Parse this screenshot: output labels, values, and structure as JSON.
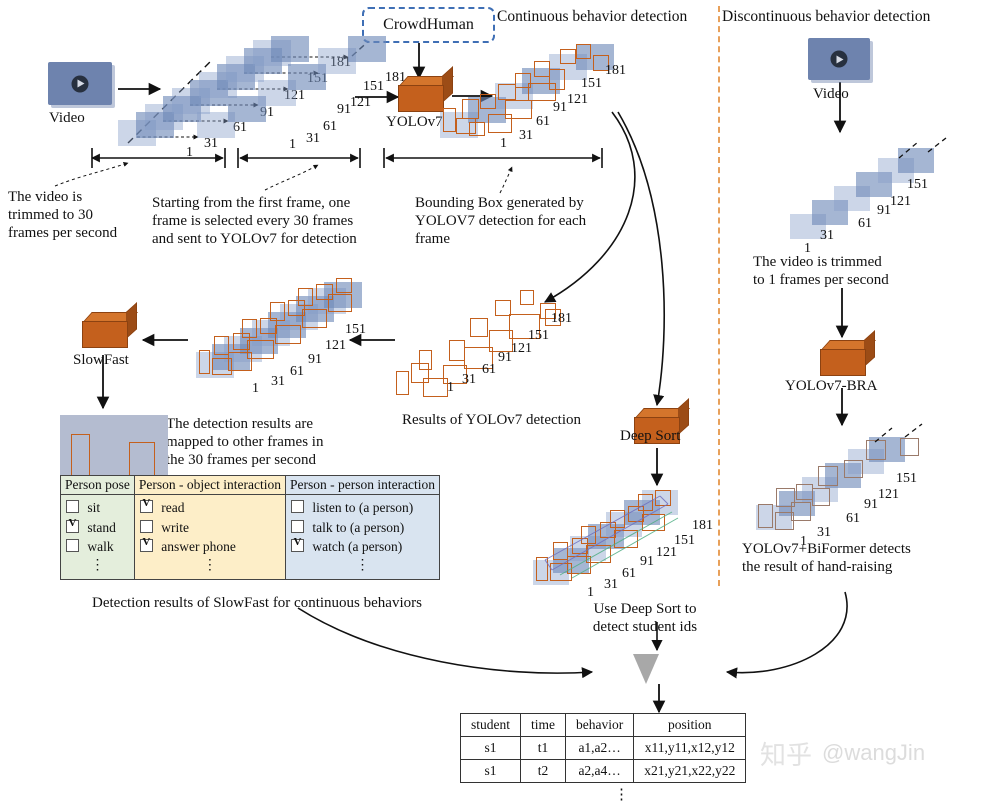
{
  "sections": {
    "continuous_title": "Continuous behavior detection",
    "discontinuous_title": "Discontinuous behavior detection"
  },
  "nodes": {
    "crowdhuman": "CrowdHuman",
    "video_left": "Video",
    "video_right": "Video",
    "yolov7": "YOLOv7",
    "slowfast": "SlowFast",
    "deepsort": "Deep Sort",
    "yolov7_bra": "YOLOv7-BRA"
  },
  "captions": {
    "trim30": "The video is\ntrimmed to 30\nframes per second",
    "select_every30": "Starting from the first frame, one\nframe is selected every 30 frames\nand sent to YOLOv7 for detection",
    "bbox_generated": "Bounding Box generated by\nYOLOV7 detection for each\nframe",
    "mapped_results": "The detection results are\nmapped to other frames in\nthe 30 frames per second",
    "yolo_results": "Results of YOLOv7 detection",
    "deepsort_caption": "Use Deep Sort to\ndetect student ids",
    "slowfast_caption": "Detection results of SlowFast for continuous behaviors",
    "trim1": "The video is trimmed\nto 1 frames per second",
    "biformer_caption": "YOLOv7+BiFormer detects\nthe result of hand-raising"
  },
  "frame_labels": [
    "1",
    "31",
    "61",
    "91",
    "121",
    "151",
    "181"
  ],
  "category_table": {
    "columns": [
      {
        "header": "Person pose",
        "color": "#e4eedc",
        "items": [
          {
            "label": "sit",
            "checked": false
          },
          {
            "label": "stand",
            "checked": true
          },
          {
            "label": "walk",
            "checked": false
          }
        ],
        "more": "⋮"
      },
      {
        "header": "Person - object interaction",
        "color": "#fdeec8",
        "items": [
          {
            "label": "read",
            "checked": true
          },
          {
            "label": "write",
            "checked": false
          },
          {
            "label": "answer phone",
            "checked": true
          }
        ],
        "more": "⋮"
      },
      {
        "header": "Person - person interaction",
        "color": "#d9e4f0",
        "items": [
          {
            "label": "listen to (a person)",
            "checked": false
          },
          {
            "label": "talk to (a person)",
            "checked": false
          },
          {
            "label": "watch (a person)",
            "checked": true
          }
        ],
        "more": "⋮"
      }
    ]
  },
  "result_table": {
    "headers": [
      "student",
      "time",
      "behavior",
      "position"
    ],
    "rows": [
      [
        "s1",
        "t1",
        "a1,a2…",
        "x11,y11,x12,y12"
      ],
      [
        "s1",
        "t2",
        "a2,a4…",
        "x21,y21,x22,y22"
      ]
    ],
    "continuation": "⋮"
  },
  "watermark": {
    "logo": "知乎",
    "handle": "@wangJin"
  },
  "colors": {
    "accent_orange": "#c4601d",
    "frame_blue": "#6e89b8",
    "divider": "#e8a05a",
    "dashbox_border": "#3f6fb5",
    "funnel": "#a8a8a8"
  }
}
